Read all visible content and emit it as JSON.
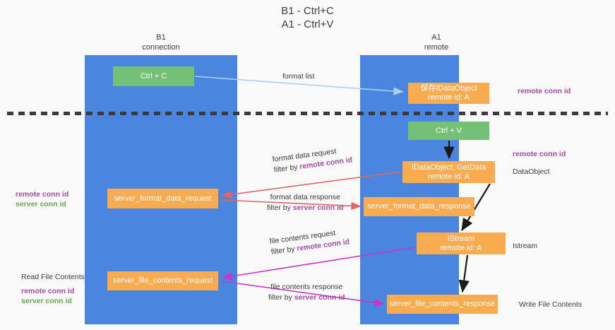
{
  "title": {
    "line1": "B1 - Ctrl+C",
    "line2": "A1 - Ctrl+V"
  },
  "columns": {
    "b1": {
      "name": "B1",
      "role": "connection",
      "color": "#4a86e0"
    },
    "a1": {
      "name": "A1",
      "role": "remote",
      "color": "#4a86e0"
    }
  },
  "nodes": {
    "ctrl_c": {
      "label": "Ctrl + C",
      "sub": "",
      "color": "#75c077"
    },
    "save_ido": {
      "label": "保存IDataObject",
      "sub": "remote id: A",
      "color": "#f9ab50"
    },
    "ctrl_v": {
      "label": "Ctrl + V",
      "sub": "",
      "color": "#75c077"
    },
    "getdata": {
      "label": "IDataObject::GetData",
      "sub": "remote id: A",
      "color": "#f9ab50"
    },
    "server_format_data_request": {
      "label": "server_format_data_request",
      "color": "#f9ab50"
    },
    "server_format_data_response": {
      "label": "server_format_data_response",
      "color": "#f9ab50"
    },
    "istream": {
      "label": "IStream",
      "sub": "remote id: A",
      "color": "#f9ab50"
    },
    "server_file_contents_request": {
      "label": "server_file_contents_request",
      "color": "#f9ab50"
    },
    "server_file_contents_response": {
      "label": "server_file_contents_response",
      "color": "#f9ab50"
    }
  },
  "edges": {
    "format_list": {
      "line1": "format list",
      "line2": ""
    },
    "format_data_request": {
      "line1": "format data request",
      "line2_prefix": "filter by ",
      "line2_key": "remote conn id"
    },
    "format_data_response": {
      "line1": "format data response",
      "line2_prefix": "filter by ",
      "line2_key": "server conn id"
    },
    "file_contents_request": {
      "line1": "file contents request",
      "line2_prefix": "filter by ",
      "line2_key": "remote conn id"
    },
    "file_contents_response": {
      "line1": "file contents response",
      "line2_prefix": "filter by ",
      "line2_key": "server conn id"
    }
  },
  "annotations": {
    "right_remote_conn_id_top": "remote conn id",
    "right_remote_conn_id_mid": "remote conn id",
    "right_dataobject": "DataObject",
    "right_istream": "Istream",
    "right_write_file_contents": "Write File Contents",
    "left_remote_conn_id": "remote conn id",
    "left_server_conn_id": "server conn id",
    "left_read_file_contents": "Read File Contents",
    "left_remote_conn_id_2": "remote conn id",
    "left_server_conn_id_2": "server conn id"
  },
  "colors": {
    "column_blue": "#4a86e0",
    "node_green": "#75c077",
    "node_orange": "#f9ab50",
    "label_purple": "#a64ca6",
    "label_green": "#6aa84f",
    "arrow_light_blue": "#a8d0ef",
    "arrow_red": "#e06666",
    "arrow_magenta": "#c936c9",
    "arrow_black": "#1a1a1a",
    "divider_dash": "#3a3a3a",
    "background": "#f9f9f9"
  }
}
